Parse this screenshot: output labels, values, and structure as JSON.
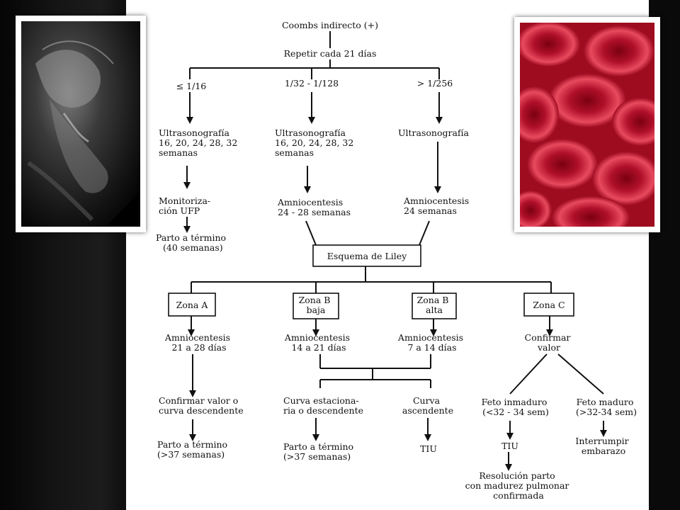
{
  "photos": {
    "left": {
      "subject": "ultrasound-fetus"
    },
    "right": {
      "subject": "red-blood-cells"
    }
  },
  "colors": {
    "panel": "#ffffff",
    "ink": "#111111",
    "background": "#000000",
    "blood": "#c8102e"
  },
  "chart": {
    "root": "Coombs indirecto (+)",
    "repeat": "Repetir cada 21 días",
    "titers": {
      "low": "≤ 1/16",
      "mid": "1/32 - 1/128",
      "high": "> 1/256"
    },
    "left_branch": {
      "us": [
        "Ultrasonografía",
        "16, 20, 24, 28, 32",
        "semanas"
      ],
      "monitor": [
        "Monitoriza-",
        "ción UFP"
      ],
      "partum": [
        "Parto a término",
        "(40 semanas)"
      ]
    },
    "mid_branch": {
      "us": [
        "Ultrasonografía",
        "16, 20, 24, 28, 32",
        "semanas"
      ],
      "amnio": [
        "Amniocentesis",
        "24 - 28 semanas"
      ]
    },
    "right_branch": {
      "us": [
        "Ultrasonografía"
      ],
      "amnio": [
        "Amniocentesis",
        "24 semanas"
      ]
    },
    "liley": "Esquema de Liley",
    "zones": {
      "a": [
        "Zona A"
      ],
      "b_low": [
        "Zona B",
        "baja"
      ],
      "b_high": [
        "Zona B",
        "alta"
      ],
      "c": [
        "Zona C"
      ]
    },
    "zone_a": {
      "amnio": [
        "Amniocentesis",
        "21 a 28 días"
      ],
      "confirm": [
        "Confirmar valor o",
        "curva descendente"
      ],
      "partum": [
        "Parto a término",
        "(>37 semanas)"
      ]
    },
    "zone_b_low": {
      "amnio": [
        "Amniocentesis",
        "14 a 21 días"
      ]
    },
    "zone_b_high": {
      "amnio": [
        "Amniocentesis",
        "7 a 14 días"
      ]
    },
    "zone_b": {
      "stationary": [
        "Curva estaciona-",
        "ria o descendente"
      ],
      "ascending": [
        "Curva",
        "ascendente"
      ],
      "partum": [
        "Parto a término",
        "(>37 semanas)"
      ],
      "tiu": [
        "TIU"
      ]
    },
    "zone_c": {
      "confirm": [
        "Confirmar",
        "valor"
      ],
      "immature": [
        "Feto inmaduro",
        "(<32 - 34 sem)"
      ],
      "mature": [
        "Feto maduro",
        "(>32-34 sem)"
      ],
      "tiu": [
        "TIU"
      ],
      "interrupt": [
        "Interrumpir",
        "embarazo"
      ],
      "resolution": [
        "Resolución parto",
        "con madurez pulmonar",
        "confirmada"
      ]
    }
  }
}
